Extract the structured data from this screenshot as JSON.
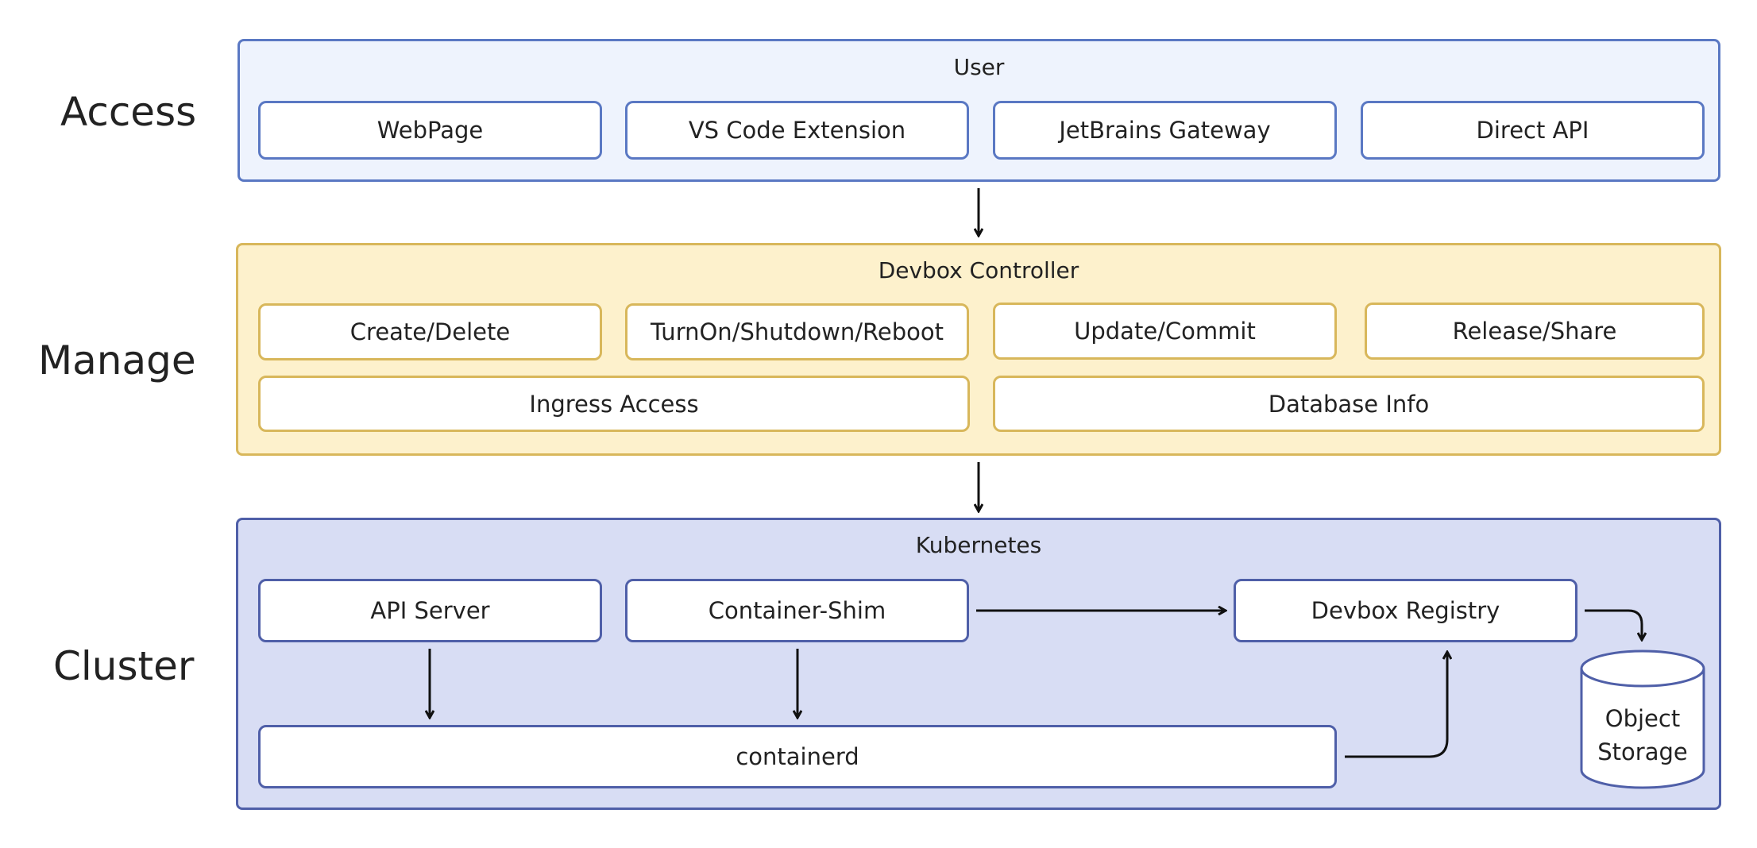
{
  "layers": {
    "access": "Access",
    "manage": "Manage",
    "cluster": "Cluster"
  },
  "access_panel": {
    "title": "User",
    "items": [
      "WebPage",
      "VS Code Extension",
      "JetBrains Gateway",
      "Direct API"
    ]
  },
  "manage_panel": {
    "title": "Devbox Controller",
    "row1": [
      "Create/Delete",
      "TurnOn/Shutdown/Reboot",
      "Update/Commit",
      "Release/Share"
    ],
    "row2": [
      "Ingress Access",
      "Database Info"
    ]
  },
  "cluster_panel": {
    "title": "Kubernetes",
    "api_server": "API Server",
    "container_shim": "Container-Shim",
    "devbox_registry": "Devbox Registry",
    "containerd": "containerd",
    "object_storage_line1": "Object",
    "object_storage_line2": "Storage"
  },
  "colors": {
    "access_fill": "#eef3fd",
    "access_border": "#5a78c3",
    "manage_fill": "#fdf1cc",
    "manage_border": "#d8b75b",
    "cluster_fill": "#d8ddf4",
    "cluster_border": "#4f5fa8"
  }
}
